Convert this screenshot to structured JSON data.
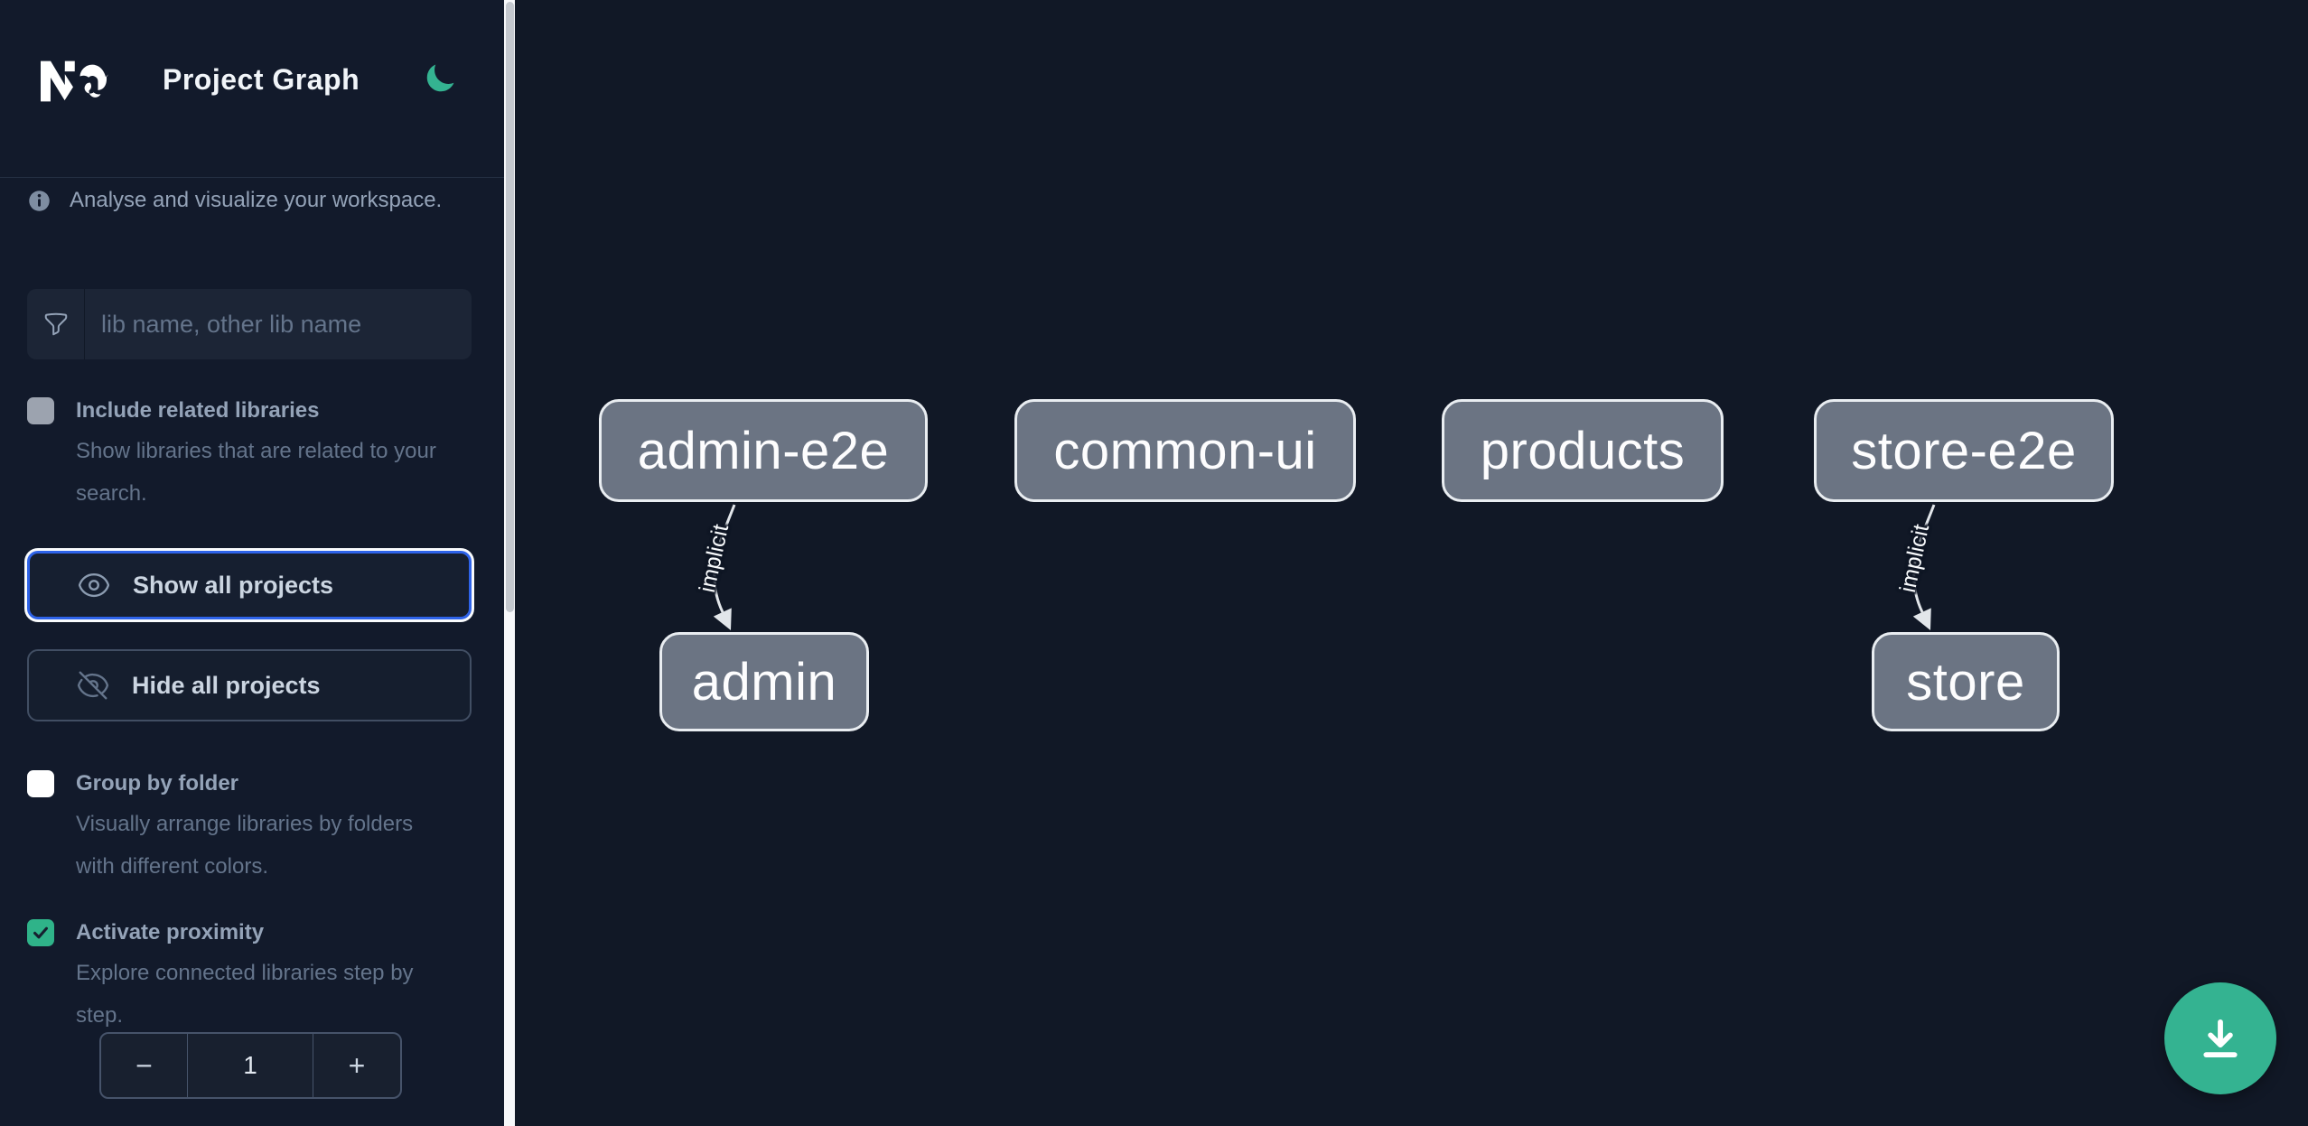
{
  "header": {
    "title": "Project Graph"
  },
  "intro": {
    "text": "Analyse and visualize your workspace."
  },
  "search": {
    "placeholder": "lib name, other lib name"
  },
  "actions": {
    "show_all": "Show all projects",
    "hide_all": "Hide all projects"
  },
  "options": {
    "include_related": {
      "label": "Include related libraries",
      "description": "Show libraries that are related to your search.",
      "checked": false
    },
    "group_by_folder": {
      "label": "Group by folder",
      "description": "Visually arrange libraries by folders with different colors.",
      "checked": false
    },
    "proximity": {
      "label": "Activate proximity",
      "description": "Explore connected libraries step by step.",
      "checked": true
    }
  },
  "stepper": {
    "decrement": "−",
    "value": "1",
    "increment": "+"
  },
  "graph": {
    "nodes": [
      {
        "id": "admin-e2e",
        "label": "admin-e2e"
      },
      {
        "id": "common-ui",
        "label": "common-ui"
      },
      {
        "id": "products",
        "label": "products"
      },
      {
        "id": "store-e2e",
        "label": "store-e2e"
      },
      {
        "id": "admin",
        "label": "admin"
      },
      {
        "id": "store",
        "label": "store"
      }
    ],
    "edges": [
      {
        "source": "admin-e2e",
        "target": "admin",
        "label": "implicit"
      },
      {
        "source": "store-e2e",
        "target": "store",
        "label": "implicit"
      }
    ]
  },
  "colors": {
    "accent_green": "#34b391",
    "focus_blue": "#2e63e9",
    "node_fill": "#6b7483",
    "sidebar_bg": "#121a2b",
    "canvas_bg": "#111826"
  }
}
